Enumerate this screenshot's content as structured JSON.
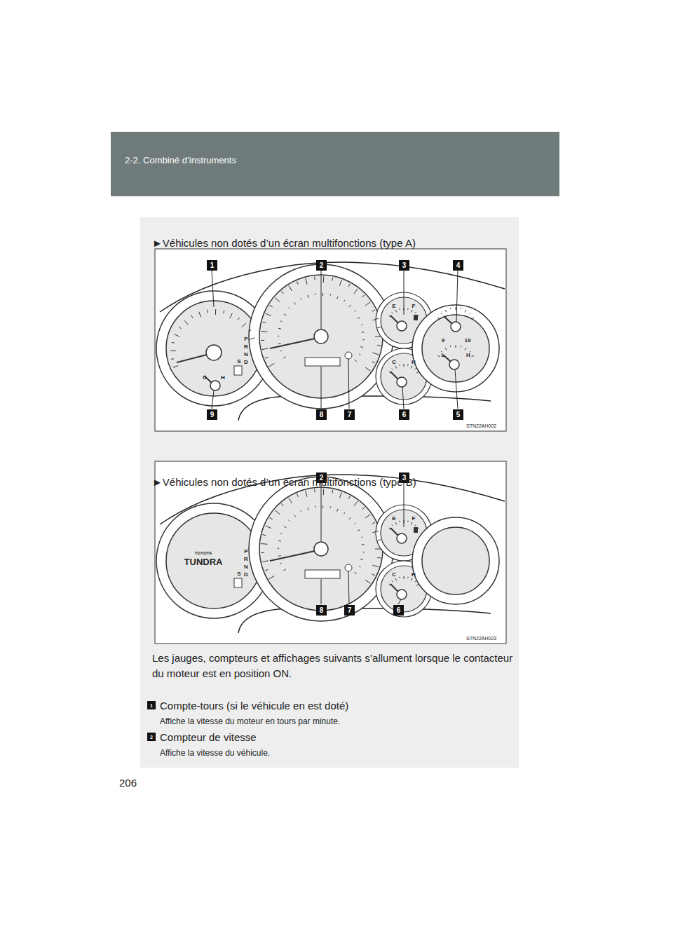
{
  "diagram": {
    "nodes": [
      {
        "text": [
          "1"
        ]
      },
      {
        "text": [
          "2"
        ]
      },
      {
        "text": [
          "3"
        ]
      },
      {
        "text": [
          "4"
        ]
      },
      {
        "text": [
          "9"
        ]
      },
      {
        "text": [
          "8"
        ]
      },
      {
        "text": [
          "7"
        ]
      },
      {
        "text": [
          "6"
        ]
      },
      {
        "text": [
          "5"
        ]
      },
      {
        "text": [
          "2"
        ]
      },
      {
        "text": [
          "3"
        ]
      },
      {
        "text": [
          "8"
        ]
      },
      {
        "text": [
          "7"
        ]
      },
      {
        "text": [
          "6"
        ]
      },
      {
        "text": [
          "1"
        ]
      },
      {
        "text": [
          "2"
        ]
      }
    ],
    "labels": [
      "2-2. Combiné d’instruments",
      "►Véhicules non dotés d’un écran multifonctions (type A)",
      "STN22AH002",
      "►Véhicules non dotés d’un écran multifonctions (type B)",
      "STN22AH023",
      "Les jauges, compteurs et affichages suivants s’allument lorsque le contacteur du moteur est en position ON.",
      "Compte-tours (si le véhicule en est doté)",
      "Affiche la vitesse du moteur en tours par minute.",
      "Compteur de vitesse",
      "Affiche la vitesse du véhicule.",
      "206",
      "P",
      "R",
      "N",
      "D",
      "S",
      "C",
      "H",
      "E",
      "F",
      "C",
      "H",
      "9",
      "19",
      "L",
      "H",
      "TOYOTA",
      "TUNDRA",
      "P",
      "R",
      "N",
      "D",
      "S",
      "E",
      "F",
      "C",
      "H"
    ]
  }
}
